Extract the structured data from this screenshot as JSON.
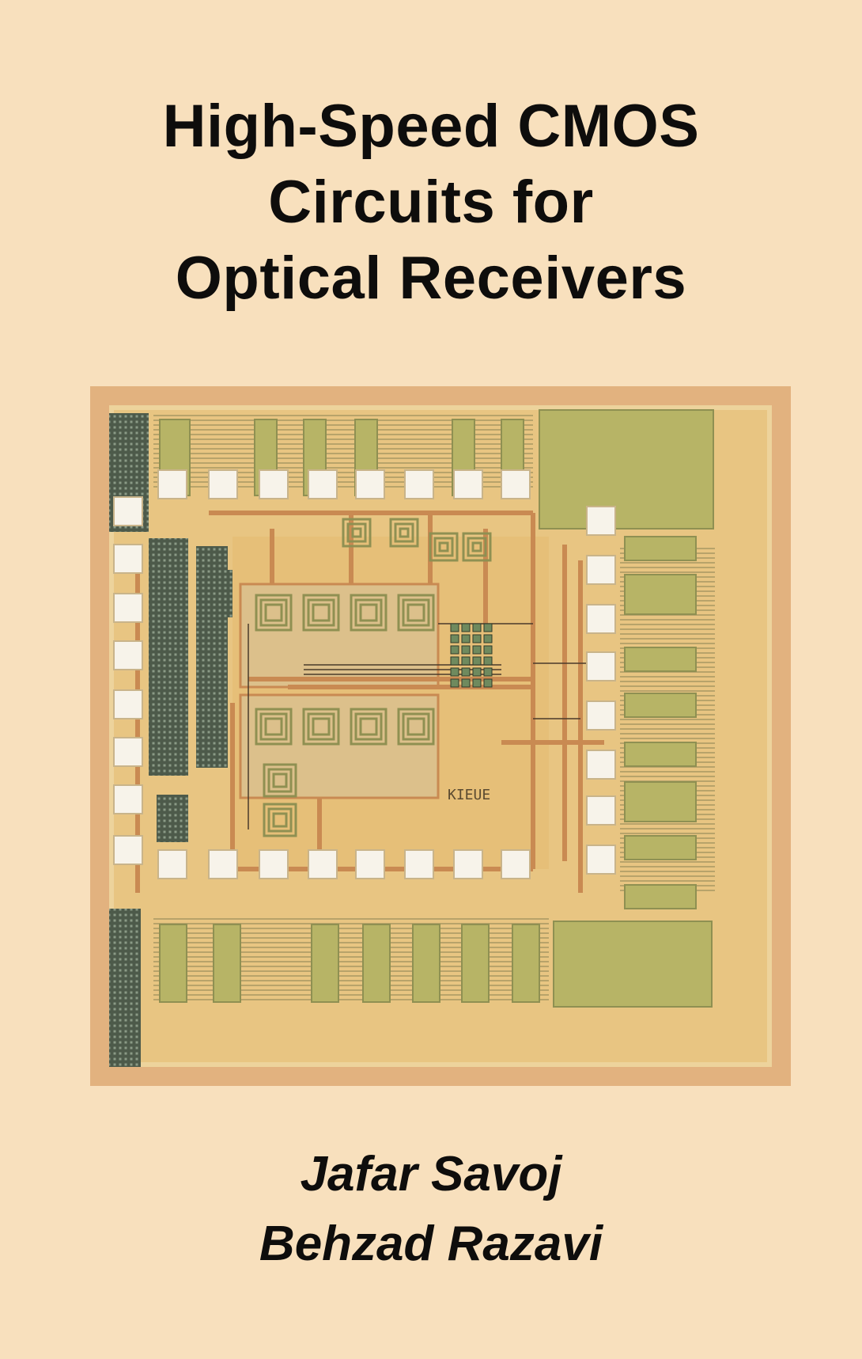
{
  "cover": {
    "background_color": "#f8e0bd",
    "title_lines": [
      "High-Speed CMOS",
      "Circuits for",
      "Optical Receivers"
    ],
    "authors": [
      "Jafar Savoj",
      "Behzad Razavi"
    ],
    "image": {
      "label": "KIEUE",
      "colors": {
        "frame": "#e2b27f",
        "die": "#e8c582",
        "metal_green": "#b7b466",
        "metal_dark": "#8f9052",
        "pad": "#f7f3ea",
        "trace": "#c98a52",
        "trace_dark": "#4a3a2a",
        "mesh": "#4d5a4a"
      }
    }
  }
}
